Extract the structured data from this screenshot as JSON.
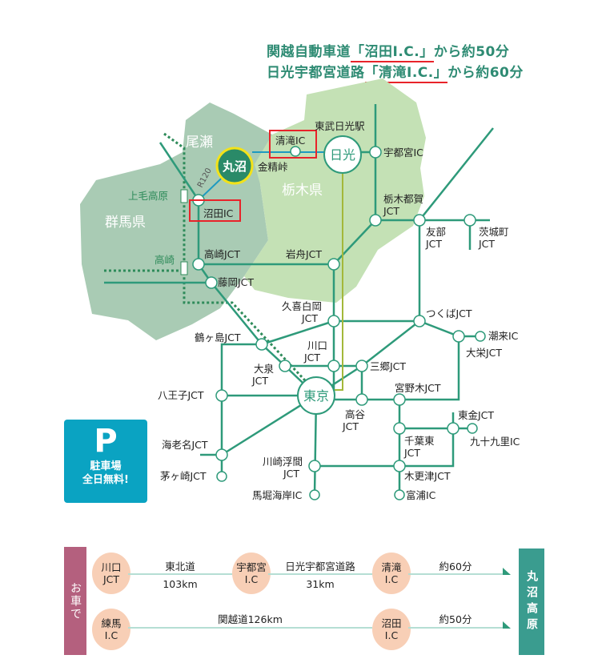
{
  "headline": {
    "line1_prefix": "関越自動車道",
    "line1_highlight": "「沼田I.C.」",
    "line1_suffix": "から約50分",
    "line2_prefix": "日光宇都宮道路",
    "line2_highlight": "「清滝I.C.」",
    "line2_suffix": "から約60分"
  },
  "colors": {
    "road": "#2e9a7a",
    "gunma": "#a9cbb4",
    "tochigi": "#c4e1b5",
    "highlight_box": "#e8232a",
    "destination": "#2a8a68"
  },
  "map": {
    "prefectures": {
      "gunma": "群馬県",
      "tochigi": "栃木県",
      "oze": "尾瀬"
    },
    "destination": "丸沼",
    "nikko": "日光",
    "tokyo": "東京",
    "route_label": "R120",
    "places": {
      "kanazawa_pass": "金精峠",
      "tobu_nikko": "東武日光駅",
      "kiyotaki_ic": "清滝IC",
      "numata_ic": "沼田IC",
      "utsunomiya_ic": "宇都宮IC",
      "tochigitsuga_1": "栃木都賀",
      "tochigitsuga_2": "JCT",
      "tomobe_1": "友部",
      "tomobe_2": "JCT",
      "ibarakimachi_1": "茨城町",
      "ibarakimachi_2": "JCT",
      "takasaki_jct": "高崎JCT",
      "iwafune_jct": "岩舟JCT",
      "fujioka_jct": "藤岡JCT",
      "kuki_1": "久喜白岡",
      "kuki_2": "JCT",
      "tsukuba_jct": "つくばJCT",
      "itako_ic": "潮来IC",
      "taiei_jct": "大栄JCT",
      "tsurugashima_jct": "鶴ヶ島JCT",
      "kawaguchi_1": "川口",
      "kawaguchi_2": "JCT",
      "misato_jct": "三郷JCT",
      "oizumi_1": "大泉",
      "oizumi_2": "JCT",
      "hachioji_jct": "八王子JCT",
      "miyanogi_jct": "宮野木JCT",
      "koya_1": "高谷",
      "koya_2": "JCT",
      "togane_jct": "東金JCT",
      "kujukuri_ic": "九十九里IC",
      "ebina_jct": "海老名JCT",
      "chibahigashi_1": "千葉東",
      "chibahigashi_2": "JCT",
      "chigasaki_jct": "茅ヶ崎JCT",
      "kawasakiukima_1": "川崎浮間",
      "kawasakiukima_2": "JCT",
      "kisarazu_jct": "木更津JCT",
      "mabori_ic": "馬堀海岸IC",
      "tomiura_ic": "富浦IC"
    },
    "stations": {
      "jomokogen": "上毛高原",
      "takasaki": "高崎"
    }
  },
  "parking": {
    "icon": "P",
    "line1": "駐車場",
    "line2": "全日無料!"
  },
  "routes": {
    "side_label": "お車で",
    "destination_label": "丸沼高原",
    "route1": {
      "start": "川口\nJCT",
      "seg1_road": "東北道",
      "seg1_distance": "103km",
      "mid": "宇都宮\nI.C",
      "seg2_road": "日光宇都宮道路",
      "seg2_distance": "31km",
      "exit": "清滝\nI.C",
      "time": "約60分"
    },
    "route2": {
      "start": "練馬\nI.C",
      "seg1_road": "関越道126km",
      "exit": "沼田\nI.C",
      "time": "約50分"
    }
  }
}
